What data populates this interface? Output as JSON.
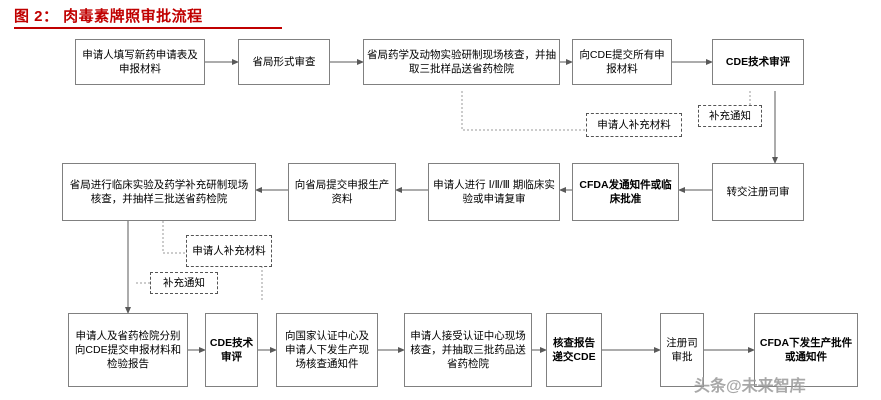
{
  "title": "图 2： 肉毒素牌照审批流程",
  "watermark": "头条@未来智库",
  "colors": {
    "title": "#c00000",
    "box_border": "#808080",
    "note_border": "#555555",
    "wire": "#595959",
    "watermark": "#9a9a9a"
  },
  "row1": {
    "boxes": [
      {
        "id": "apply-form",
        "text": "申请人填写新药申请表及申报材料"
      },
      {
        "id": "prov-form-check",
        "text": "省局形式审查"
      },
      {
        "id": "prov-site-check",
        "text": "省局药学及动物实验研制现场核查，并抽取三批样品送省药检院"
      },
      {
        "id": "submit-cde",
        "text": "向CDE提交所有申报材料"
      },
      {
        "id": "cde-review-1",
        "text": "CDE技术审评"
      }
    ]
  },
  "row2": {
    "boxes": [
      {
        "id": "prov-clinical-check",
        "text": "省局进行临床实验及药学补充研制现场核查，并抽样三批送省药检院"
      },
      {
        "id": "submit-prov-prod",
        "text": "向省局提交申报生产资料"
      },
      {
        "id": "clinical-trial",
        "text": "申请人进行 Ⅰ/Ⅱ/Ⅲ 期临床实验或申请复审"
      },
      {
        "id": "cfda-notice",
        "text": "CFDA发通知件或临床批准"
      },
      {
        "id": "transfer-reg",
        "text": "转交注册司审"
      }
    ]
  },
  "row3": {
    "boxes": [
      {
        "id": "apply-and-lab-submit",
        "text": "申请人及省药检院分别向CDE提交申报材料和检验报告"
      },
      {
        "id": "cde-review-2",
        "text": "CDE技术审评"
      },
      {
        "id": "notify-cert-center",
        "text": "向国家认证中心及申请人下发生产现场核查通知件"
      },
      {
        "id": "onsite-inspection",
        "text": "申请人接受认证中心现场核查，并抽取三批药品送省药检院"
      },
      {
        "id": "report-to-cde",
        "text": "核查报告递交CDE"
      },
      {
        "id": "reg-dept-approve",
        "text": "注册司审批"
      },
      {
        "id": "cfda-issue",
        "text": "CFDA下发生产批件或通知件"
      }
    ]
  },
  "notes": [
    {
      "id": "note-supplement-材料-1",
      "text": "申请人补充材料"
    },
    {
      "id": "note-supplement-通知-1",
      "text": "补充通知"
    },
    {
      "id": "note-supplement-材料-2",
      "text": "申请人补充材料"
    },
    {
      "id": "note-supplement-通知-2",
      "text": "补充通知"
    }
  ]
}
